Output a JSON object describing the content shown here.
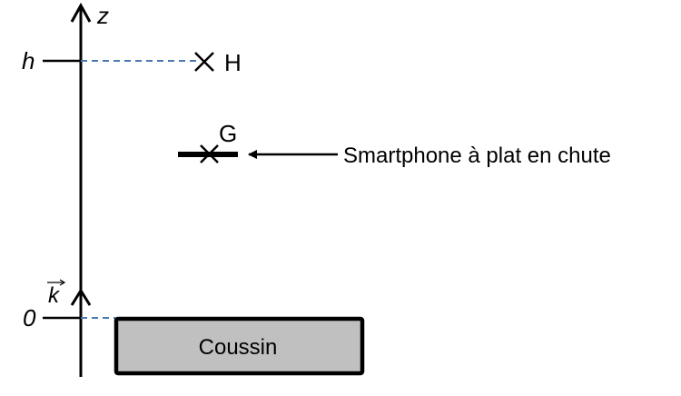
{
  "axis": {
    "label": "z",
    "unit_vector": "k"
  },
  "ticks": {
    "top": "h",
    "bottom": "0"
  },
  "points": {
    "H": "H",
    "G": "G"
  },
  "annotation": "Smartphone à plat en chute",
  "cushion": {
    "label": "Coussin",
    "fill": "#c0c0c0"
  },
  "colors": {
    "dashed": "#4a78b0",
    "stroke": "#000000"
  }
}
